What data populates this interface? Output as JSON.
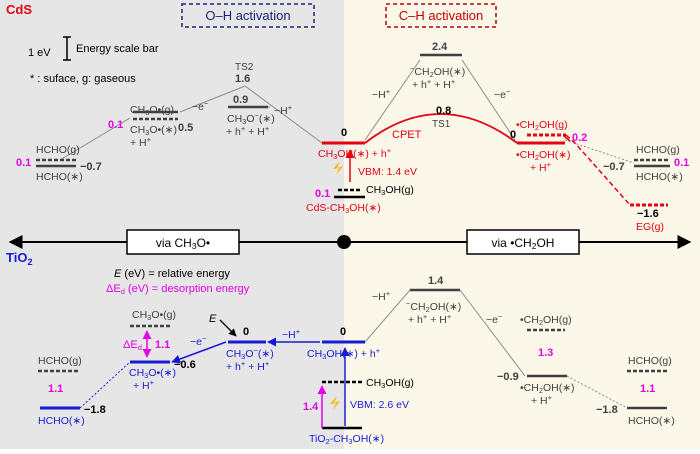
{
  "panels": {
    "top_label": "CdS",
    "bottom_label": "TiO",
    "bottom_label_sub": "2",
    "left_header": "O–H activation",
    "right_header": "C–H activation"
  },
  "legend": {
    "scale_value": "1 eV",
    "scale_text": "Energy scale bar",
    "note": "* : suface, g: gaseous"
  },
  "axis": {
    "left_label": "via CH",
    "left_label_sub": "3",
    "left_label_tail": "O•",
    "right_label": "via •CH",
    "right_label_sub": "2",
    "right_label_tail": "OH"
  },
  "cds": {
    "start_value": "0.1",
    "start_species": "CH",
    "start_species_sub": "3",
    "start_species_tail": "OH(g)",
    "surface_species": "CdS-CH",
    "surface_species_sub": "3",
    "surface_species_tail": "OH(∗)",
    "vbm": "VBM: 1.4 eV",
    "center_value": "0",
    "center_species": "CH",
    "center_species_sub": "3",
    "center_species_tail": "OH(∗) + h",
    "center_species_sup": "+",
    "ts2_label": "TS2",
    "ts2_value": "1.6",
    "ch3o_g": "CH",
    "ch3o_g_sub": "3",
    "ch3o_g_tail": "O•(g)",
    "ch3o_surf": "CH",
    "ch3o_surf_sub": "3",
    "ch3o_surf_tail": "O•(∗)",
    "ch3o_surf_h": "+ H",
    "ch3o_surf_h_sup": "+",
    "ch3o_value": "0.5",
    "ch3o_desorb": "0.1",
    "ch3o_minus_value": "0.9",
    "ch3o_minus": "CH",
    "ch3o_minus_sub": "3",
    "ch3o_minus_tail": "O",
    "ch3o_minus_sup": "−",
    "ch3o_minus_tail2": "(∗)",
    "ch3o_minus_h": "+ h",
    "ch3o_minus_h_sup": "+",
    "ch3o_minus_h2": " + H",
    "ch3o_minus_h2_sup": "+",
    "hcho_g_left": "HCHO(g)",
    "hcho_s_left": "HCHO(∗)",
    "hcho_left_value": "−0.7",
    "hcho_left_desorb": "0.1",
    "ch2oh_minus_value": "2.4",
    "ch2oh_minus_sup": "−",
    "ch2oh_minus": "CH",
    "ch2oh_minus_sub": "2",
    "ch2oh_minus_tail": "OH(∗)",
    "ch2oh_minus_h": "+ h",
    "ch2oh_minus_h_sup": "+",
    "ch2oh_minus_h2": " + H",
    "ch2oh_minus_h2_sup": "+",
    "ts1_value": "0.8",
    "ts1_label": "TS1",
    "cpet": "CPET",
    "right_zero": "0",
    "ch2oh_g": "•CH",
    "ch2oh_g_sub": "2",
    "ch2oh_g_tail": "OH(g)",
    "ch2oh_surf": "•CH",
    "ch2oh_surf_sub": "2",
    "ch2oh_surf_tail": "OH(∗)",
    "ch2oh_surf_h": "+ H",
    "ch2oh_surf_h_sup": "+",
    "ch2oh_desorb": "0.2",
    "hcho_g_right": "HCHO(g)",
    "hcho_s_right": "HCHO(∗)",
    "hcho_right_value": "−0.7",
    "hcho_right_desorb": "0.1",
    "eg_value": "−1.6",
    "eg_label": "EG(g)",
    "minus_h": "−H",
    "minus_h_sup": "+",
    "minus_e": "−e",
    "minus_e_sup": "−"
  },
  "tio2": {
    "energy_def": "E",
    "energy_def_tail": " (eV) = relative energy",
    "desorb_def": "ΔE",
    "desorb_def_sub": "d",
    "desorb_def_tail": " (eV) = desorption energy",
    "e_marker": "E",
    "e_marker_value": "0",
    "de_marker": "ΔE",
    "de_marker_sub": "d",
    "ch3o_g": "CH",
    "ch3o_g_sub": "3",
    "ch3o_g_tail": "O•(g)",
    "ch3o_desorb": "1.1",
    "ch3o_surf": "CH",
    "ch3o_surf_sub": "3",
    "ch3o_surf_tail": "O•(∗)",
    "ch3o_surf_h": "+ H",
    "ch3o_surf_h_sup": "+",
    "ch3o_value": "−0.6",
    "hcho_g_left": "HCHO(g)",
    "hcho_left_desorb": "1.1",
    "hcho_left_value": "−1.8",
    "hcho_s_left": "HCHO(∗)",
    "ch3o_minus": "CH",
    "ch3o_minus_sub": "3",
    "ch3o_minus_tail": "O",
    "ch3o_minus_sup": "−",
    "ch3o_minus_tail2": "(∗)",
    "ch3o_minus_h": "+ h",
    "ch3o_minus_h_sup": "+",
    "ch3o_minus_h2": " + H",
    "ch3o_minus_h2_sup": "+",
    "center_value": "0",
    "center_species": "CH",
    "center_species_sub": "3",
    "center_species_tail": "OH(∗) + h",
    "center_species_sup": "+",
    "ch3oh_g": "CH",
    "ch3oh_g_sub": "3",
    "ch3oh_g_tail": "OH(g)",
    "start_desorb": "1.4",
    "vbm": "VBM: 2.6 eV",
    "surface_species": "TiO",
    "surface_species_sub": "2",
    "surface_species_tail": "-CH",
    "surface_species_sub2": "3",
    "surface_species_tail2": "OH(∗)",
    "ch2oh_minus_value": "1.4",
    "ch2oh_minus_sup": "−",
    "ch2oh_minus": "CH",
    "ch2oh_minus_sub": "2",
    "ch2oh_minus_tail": "OH(∗)",
    "ch2oh_minus_h": "+ h",
    "ch2oh_minus_h_sup": "+",
    "ch2oh_minus_h2": " + H",
    "ch2oh_minus_h2_sup": "+",
    "ch2oh_g": "•CH",
    "ch2oh_g_sub": "2",
    "ch2oh_g_tail": "OH(g)",
    "ch2oh_desorb": "1.3",
    "ch2oh_value": "−0.9",
    "ch2oh_surf": "•CH",
    "ch2oh_surf_sub": "2",
    "ch2oh_surf_tail": "OH(∗)",
    "ch2oh_surf_h": "+ H",
    "ch2oh_surf_h_sup": "+",
    "hcho_g_right": "HCHO(g)",
    "hcho_right_desorb": "1.1",
    "hcho_right_value": "−1.8",
    "hcho_s_right": "HCHO(∗)",
    "minus_h": "−H",
    "minus_h_sup": "+",
    "minus_e": "−e",
    "minus_e_sup": "−"
  },
  "colors": {
    "left_bg": "#e6e6e6",
    "right_bg": "#fbf8ea",
    "red": "#e60012",
    "blue": "#1a1ad6",
    "magenta": "#e600e6",
    "dark_red": "#c00000",
    "navy": "#1a237e",
    "gray_line": "#8c8c8c",
    "level": "#404040"
  }
}
